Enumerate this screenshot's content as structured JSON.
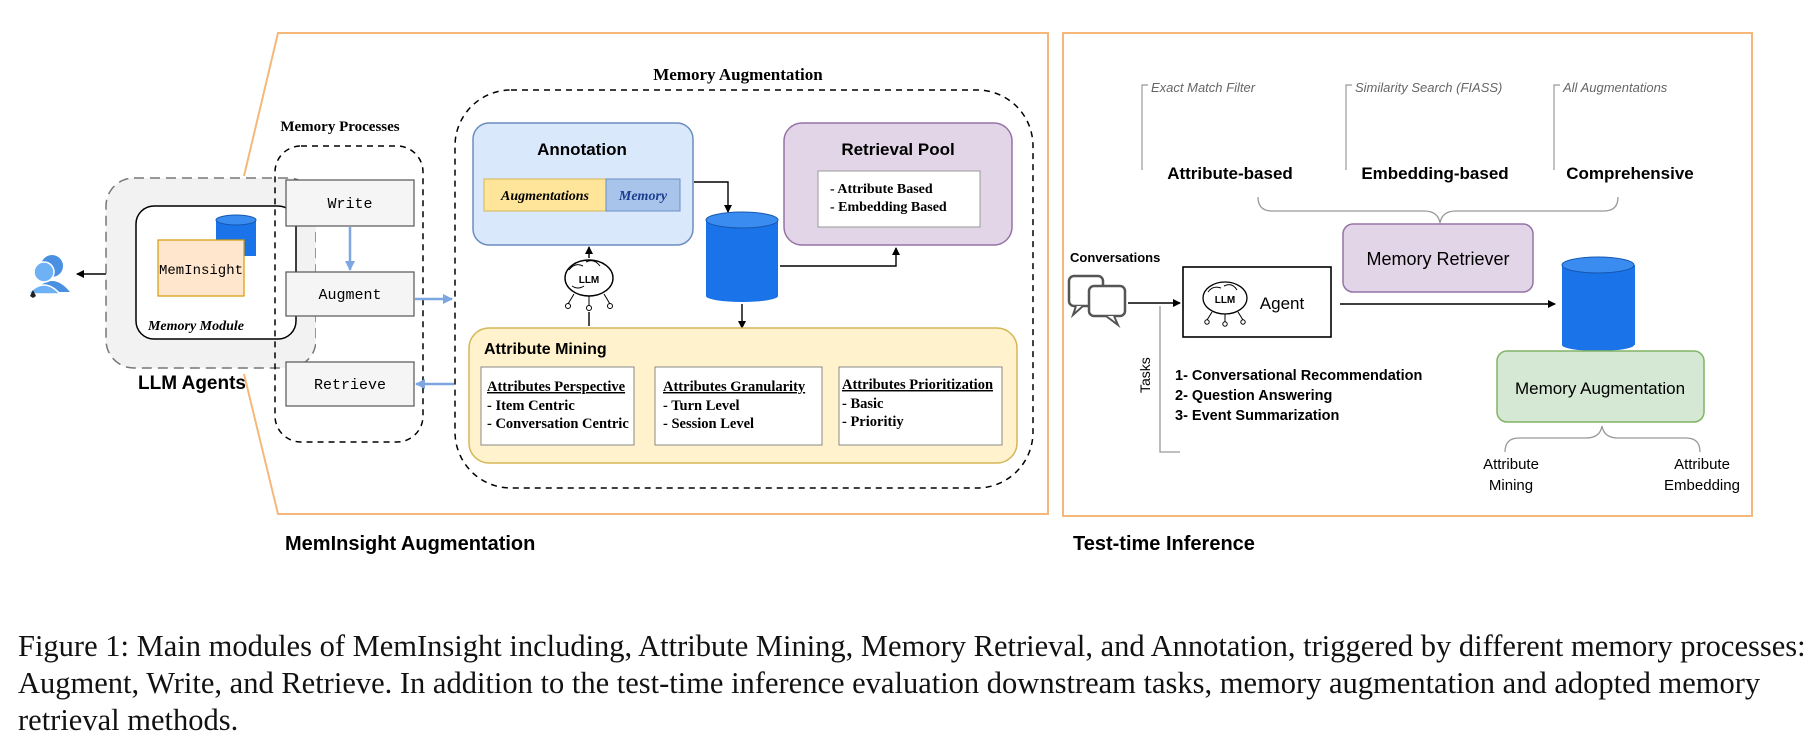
{
  "left_panel": {
    "agents_label": "LLM Agents",
    "memory_module_label": "Memory Module",
    "meminsight_box_label": "MemInsight",
    "section_title": "MemInsight Augmentation"
  },
  "memory_processes": {
    "title": "Memory Processes",
    "write": "Write",
    "augment": "Augment",
    "retrieve": "Retrieve"
  },
  "memory_augmentation": {
    "title": "Memory Augmentation",
    "annotation": {
      "title": "Annotation",
      "augmentations": "Augmentations",
      "memory": "Memory"
    },
    "llm_label": "LLM",
    "retrieval_pool": {
      "title": "Retrieval Pool",
      "items": [
        "- Attribute Based",
        "- Embedding Based"
      ]
    },
    "attribute_mining": {
      "title": "Attribute Mining",
      "groups": [
        {
          "title": "Attributes Perspective",
          "items": [
            "- Item Centric",
            "- Conversation Centric"
          ]
        },
        {
          "title": "Attributes Granularity",
          "items": [
            "- Turn Level",
            "- Session Level"
          ]
        },
        {
          "title": "Attributes Prioritization",
          "items": [
            "- Basic",
            "- Prioritiy"
          ]
        }
      ]
    }
  },
  "test_time": {
    "section_title": "Test-time Inference",
    "methods": [
      {
        "note": "Exact Match Filter",
        "label": "Attribute-based"
      },
      {
        "note": "Similarity Search (FIASS)",
        "label": "Embedding-based"
      },
      {
        "note": "All Augmentations",
        "label": "Comprehensive"
      }
    ],
    "memory_retriever": "Memory Retriever",
    "conversations_label": "Conversations",
    "llm_label": "LLM",
    "agent_label": "Agent",
    "tasks_label": "Tasks",
    "tasks": [
      "1- Conversational Recommendation",
      "2- Question Answering",
      "3- Event Summarization"
    ],
    "memory_augmentation_box": "Memory Augmentation",
    "aug_sub_left": [
      "Attribute",
      "Mining"
    ],
    "aug_sub_right": [
      "Attribute",
      "Embedding"
    ]
  },
  "caption": "Figure 1: Main modules of MemInsight including, Attribute Mining, Memory Retrieval, and Annotation, triggered by different memory processes: Augment, Write, and Retrieve. In addition to the test-time inference evaluation downstream tasks, memory augmentation and adopted memory retrieval methods.",
  "colors": {
    "orange_border": "#f5b87a",
    "annotation_fill": "#dae8fc",
    "annotation_stroke": "#6c8ebf",
    "augment_tag_fill": "#ffe599",
    "memory_tag_fill": "#a9c4eb",
    "pool_fill": "#e1d5e7",
    "pool_stroke": "#9673a6",
    "mining_fill": "#fff2cc",
    "mining_stroke": "#d6b656",
    "db_blue": "#1a73e8",
    "green_fill": "#d5e8d4",
    "green_stroke": "#82b366",
    "arrow_blue": "#7ea6e0"
  }
}
